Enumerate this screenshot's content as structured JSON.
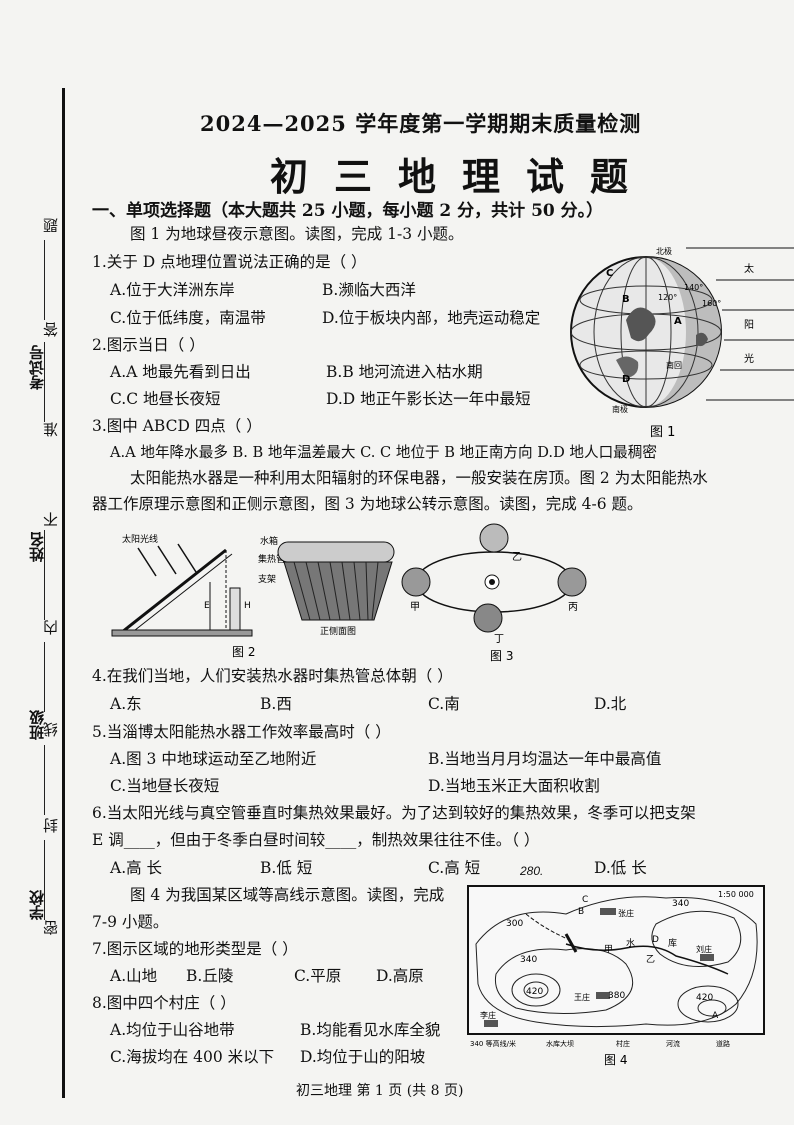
{
  "header": {
    "exam_title": "2024—2025 学年度第一学期期末质量检测",
    "subject_title": "初三地理试题"
  },
  "binding": {
    "left_labels": [
      "考试号",
      "姓名",
      "班级",
      "学校"
    ],
    "seal_chars": [
      "题",
      "答",
      "准",
      "不",
      "内",
      "线",
      "封",
      "密"
    ]
  },
  "section1": {
    "heading": "一、单项选择题（本大题共 25 小题，每小题 2 分，共计 50 分。）",
    "intro1": "图 1 为地球昼夜示意图。读图，完成 1-3 小题。",
    "q1": {
      "stem": "1.关于 D 点地理位置说法正确的是（    ）",
      "a": "A.位于大洋洲东岸",
      "b": "B.濒临大西洋",
      "c": "C.位于低纬度，南温带",
      "d": "D.位于板块内部，地壳运动稳定"
    },
    "q2": {
      "stem": "2.图示当日（    ）",
      "a": "A.A 地最先看到日出",
      "b": "B.B 地河流进入枯水期",
      "c": "C.C 地昼长夜短",
      "d": "D.D 地正午影长达一年中最短"
    },
    "q3": {
      "stem": "3.图中 ABCD 四点（    ）",
      "line": "A.A 地年降水最多    B. B 地年温差最大    C. C 地位于 B 地正南方向    D.D 地人口最稠密"
    },
    "intro2_l1": "太阳能热水器是一种利用太阳辐射的环保电器，一般安装在房顶。图 2 为太阳能热水",
    "intro2_l2": "器工作原理示意图和正侧示意图，图 3 为地球公转示意图。读图，完成 4-6 题。",
    "q4": {
      "stem": "4.在我们当地，人们安装热水器时集热管总体朝（    ）",
      "a": "A.东",
      "b": "B.西",
      "c": "C.南",
      "d": "D.北"
    },
    "q5": {
      "stem": "5.当淄博太阳能热水器工作效率最高时（    ）",
      "a": "A.图 3 中地球运动至乙地附近",
      "b": "B.当地当月月均温达一年中最高值",
      "c": "C.当地昼长夜短",
      "d": "D.当地玉米正大面积收割"
    },
    "q6": {
      "stem_l1": "6.当太阳光线与真空管垂直时集热效果最好。为了达到较好的集热效果，冬季可以把支架",
      "stem_l2": "E 调____，但由于冬季白昼时间较____，制热效果往往不佳。（    ）",
      "a": "A.高  长",
      "b": "B.低    短",
      "c": "C.高    短",
      "d": "D.低  长"
    },
    "intro3_l1": "图 4 为我国某区域等高线示意图。读图，完成",
    "intro3_l2": "7-9 小题。",
    "q7": {
      "stem": "7.图示区域的地形类型是（    ）",
      "a": "A.山地",
      "b": "B.丘陵",
      "c": "C.平原",
      "d": "D.高原"
    },
    "q8": {
      "stem": "8.图中四个村庄（    ）",
      "a": "A.均位于山谷地带",
      "b": "B.均能看见水库全貌",
      "c": "C.海拔均在 400 米以下",
      "d": "D.均位于山的阳坡"
    }
  },
  "fig1": {
    "caption": "图 1",
    "labels": {
      "north_pole": "北极",
      "south_pole": "南极",
      "lon1": "120°",
      "lon2": "140°",
      "lon3": "160°",
      "tropic": "南回",
      "sun_chars": [
        "太",
        "阳",
        "光"
      ],
      "pts": [
        "A",
        "B",
        "C",
        "D"
      ]
    }
  },
  "fig2": {
    "caption": "图 2",
    "labels": {
      "sunlight": "太阳光线",
      "tank": "水箱",
      "tube": "集热管",
      "support": "支架",
      "front": "正侧面图",
      "e": "E",
      "h": "H"
    }
  },
  "fig3": {
    "caption": "图 3",
    "labels": {
      "jia": "甲",
      "yi": "乙",
      "bing": "丙",
      "ding": "丁"
    }
  },
  "fig4": {
    "caption": "图 4",
    "scale": "1:50 000",
    "handwriting": "280.",
    "contours": [
      "340",
      "300",
      "340",
      "380",
      "420",
      "420",
      "340"
    ],
    "villages": [
      "张庄",
      "王庄",
      "刘庄",
      "李庄"
    ],
    "points": [
      "甲",
      "乙",
      "水",
      "库",
      "A",
      "B",
      "C",
      "D"
    ],
    "legend": [
      "340 等高线/米",
      "水库大坝",
      "村庄",
      "河流",
      "道路"
    ]
  },
  "footer": "初三地理    第 1 页    (共 8 页)"
}
